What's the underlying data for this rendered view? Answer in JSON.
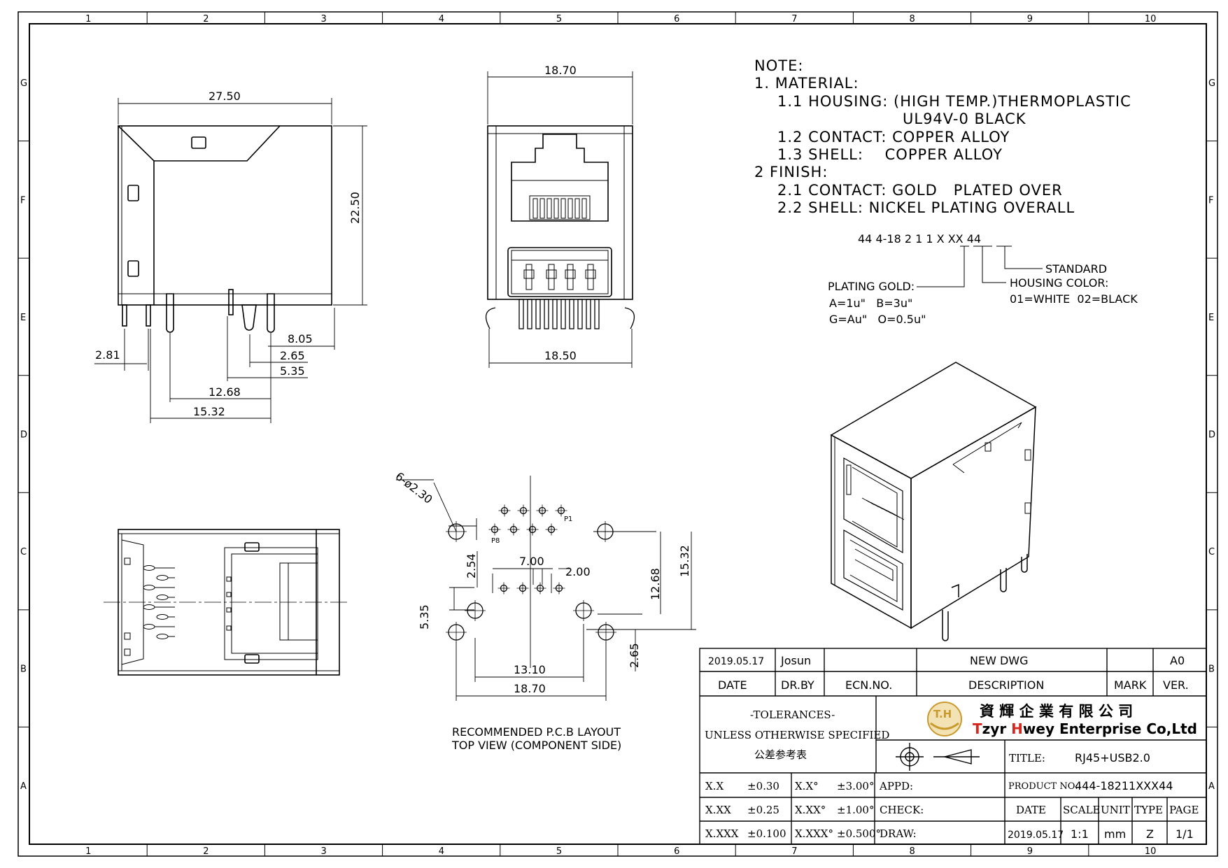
{
  "border_refs": {
    "columns": [
      "1",
      "2",
      "3",
      "4",
      "5",
      "6",
      "7",
      "8",
      "9",
      "10"
    ],
    "rows": [
      "G",
      "F",
      "E",
      "D",
      "C",
      "B",
      "A"
    ]
  },
  "side_view": {
    "width": "27.50",
    "height": "22.50",
    "dims": [
      "2.81",
      "8.05",
      "2.65",
      "5.35",
      "12.68",
      "15.32"
    ]
  },
  "front_view": {
    "top_width": "18.70",
    "bottom_width": "18.50"
  },
  "notes": {
    "heading": "NOTE:",
    "lines": [
      "1. MATERIAL:",
      "1.1 HOUSING: (HIGH TEMP.)THERMOPLASTIC",
      "UL94V-0 BLACK",
      "1.2 CONTACT: COPPER ALLOY",
      "1.3 SHELL:    COPPER ALLOY",
      "2  FINISH:",
      "2.1 CONTACT: GOLD   PLATED OVER",
      "2.2 SHELL: NICKEL PLATING OVERALL"
    ]
  },
  "part_code": {
    "code": "44 4-18 2 1 1 X XX 44",
    "standard": "STANDARD",
    "housing_color": "HOUSING COLOR:",
    "colors": "01=WHITE  02=BLACK",
    "plating": "PLATING GOLD:",
    "plating_a": "A=1u\"   B=3u\"",
    "plating_b": "G=Au\"   O=0.5u\""
  },
  "pcb_layout": {
    "holes_dim": "6-ø2.30",
    "pin_first": "P1",
    "pin_last": "P8",
    "dims": [
      "2.54",
      "7.00",
      "2.00",
      "5.35",
      "12.68",
      "15.32",
      "2.65",
      "13.10",
      "18.70"
    ],
    "caption_1": "RECOMMENDED P.C.B LAYOUT",
    "caption_2": "TOP VIEW (COMPONENT SIDE)"
  },
  "title_block": {
    "date_value": "2019.05.17",
    "drawn_by_value": "Josun",
    "description_value": "NEW DWG",
    "version_value": "A0",
    "date_label": "DATE",
    "drby_label": "DR.BY",
    "ecn_label": "ECN.NO.",
    "desc_label": "DESCRIPTION",
    "mark_label": "MARK",
    "ver_label": "VER.",
    "tol_1": "-TOLERANCES-",
    "tol_2": "UNLESS OTHERWISE SPECIFIED",
    "tol_3": "公差参考表",
    "company_cn": "資 輝 企 業 有 限 公 司",
    "company_en_prefix": "T",
    "company_en_z": "zyr ",
    "company_en_h": "H",
    "company_en_rest": "wey Enterprise Co,Ltd",
    "logo_text": "T.H",
    "title_label": "TITLE:",
    "title_value": "RJ45+USB2.0",
    "product_label": "PRODUCT NO:",
    "product_value": "444-18211XXX44",
    "appd_label": "APPD:",
    "check_label": "CHECK:",
    "draw_label": "DRAW:",
    "date2_label": "DATE",
    "scale_label": "SCALE",
    "unit_label": "UNIT",
    "type_label": "TYPE",
    "page_label": "PAGE",
    "draw_date": "2019.05.17",
    "scale_value": "1:1",
    "unit_value": "mm",
    "type_value": "Z",
    "page_value": "1/1",
    "tolerances": [
      {
        "k1": "X.X",
        "v1": "±0.30",
        "k2": "X.X°",
        "v2": "±3.00°"
      },
      {
        "k1": "X.XX",
        "v1": "±0.25",
        "k2": "X.XX°",
        "v2": "±1.00°"
      },
      {
        "k1": "X.XXX",
        "v1": "±0.100",
        "k2": "X.XXX°",
        "v2": "±0.500°"
      }
    ]
  },
  "colors": {
    "line": "#000000",
    "logo_gold": "#c99a2e",
    "brand_red": "#d6261d"
  }
}
